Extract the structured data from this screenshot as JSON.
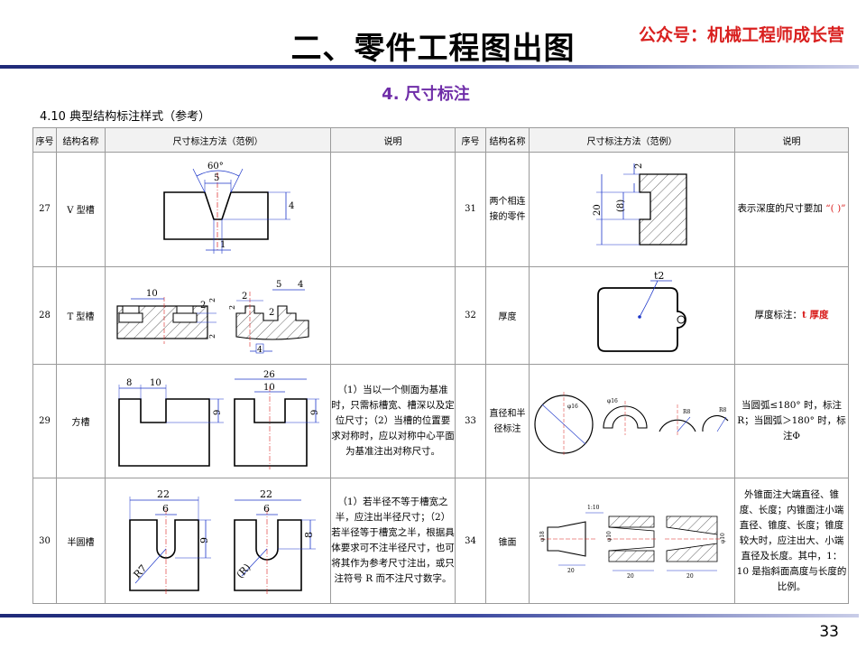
{
  "header": {
    "title": "二、零件工程图出图",
    "wechat": "公众号：机械工程师成长营",
    "subtitle": "4. 尺寸标注",
    "section": "4.10 典型结构标注样式（参考）"
  },
  "table": {
    "columns": [
      "序号",
      "结构名称",
      "尺寸标注方法（范例）",
      "说明",
      "序号",
      "结构名称",
      "尺寸标注方法（范例）",
      "说明"
    ],
    "rows": [
      {
        "no_left": "27",
        "name_left": "V 型槽",
        "note_left": "",
        "no_right": "31",
        "name_right": "两个相连接的零件",
        "note_right_a": "表示深度的尺寸要加",
        "note_right_b": "“( )”"
      },
      {
        "no_left": "28",
        "name_left": "T 型槽",
        "note_left": "",
        "no_right": "32",
        "name_right": "厚度",
        "note_right_a": "厚度标注：",
        "note_right_b": "t 厚度"
      },
      {
        "no_left": "29",
        "name_left": "方槽",
        "note_left": "（1）当以一个侧面为基准时，只需标槽宽、槽深以及定位尺寸；（2）当槽的位置要求对称时，应以对称中心平面为基准注出对称尺寸。",
        "no_right": "33",
        "name_right": "直径和半径标注",
        "note_right_a": "当圆弧≤180° 时，标注R；当圆弧＞180° 时，标注Φ",
        "note_right_b": ""
      },
      {
        "no_left": "30",
        "name_left": "半圆槽",
        "note_left": "（1）若半径不等于槽宽之半，应注出半径尺寸；（2）若半径等于槽宽之半，根据具体要求可不注半径尺寸，也可将其作为参考尺寸注出，或只注符号 R 而不注尺寸数字。",
        "no_right": "34",
        "name_right": "锥面",
        "note_right_a": "外锥面注大端直径、锥度、长度；内锥面注小端直径、锥度、长度；锥度较大时，应注出大、小端直径及长度。其中，1：10 是指斜面高度与长度的比例。",
        "note_right_b": ""
      }
    ]
  },
  "figures": {
    "v_groove": {
      "angle": "60°",
      "width": "5",
      "depth": "4",
      "offset": "1"
    },
    "connected": {
      "d20": "20",
      "d8": "(8)",
      "d2": "2"
    },
    "t_groove": {
      "a": "10",
      "b": "2",
      "c": "2",
      "d": "2",
      "e": "5",
      "f": "4",
      "g": "2",
      "h": "2",
      "i": "4",
      "j": "2"
    },
    "thickness": {
      "label": "t2"
    },
    "square": {
      "a": "8",
      "b": "10",
      "c": "9",
      "d": "26",
      "e": "10",
      "f": "9"
    },
    "diameter": {
      "a": "φ16",
      "b": "φ16",
      "c": "R8",
      "d": "R8"
    },
    "half_round": {
      "a": "22",
      "b": "6",
      "c": "9",
      "r": "R7",
      "d": "22",
      "e": "6",
      "f": "8",
      "r2": "(R)"
    },
    "cone": {
      "ratio": "1:10",
      "d1": "φ18",
      "l1": "20",
      "d2": "φ10",
      "l2": "20",
      "d3": "φ10",
      "l3": "20"
    }
  },
  "footer": {
    "page": "33"
  },
  "colors": {
    "accent_red": "#d9201f",
    "subtitle_purple": "#6f2da8",
    "rule_blue": "#1f2a78",
    "dim_blue": "#1b35c9"
  }
}
